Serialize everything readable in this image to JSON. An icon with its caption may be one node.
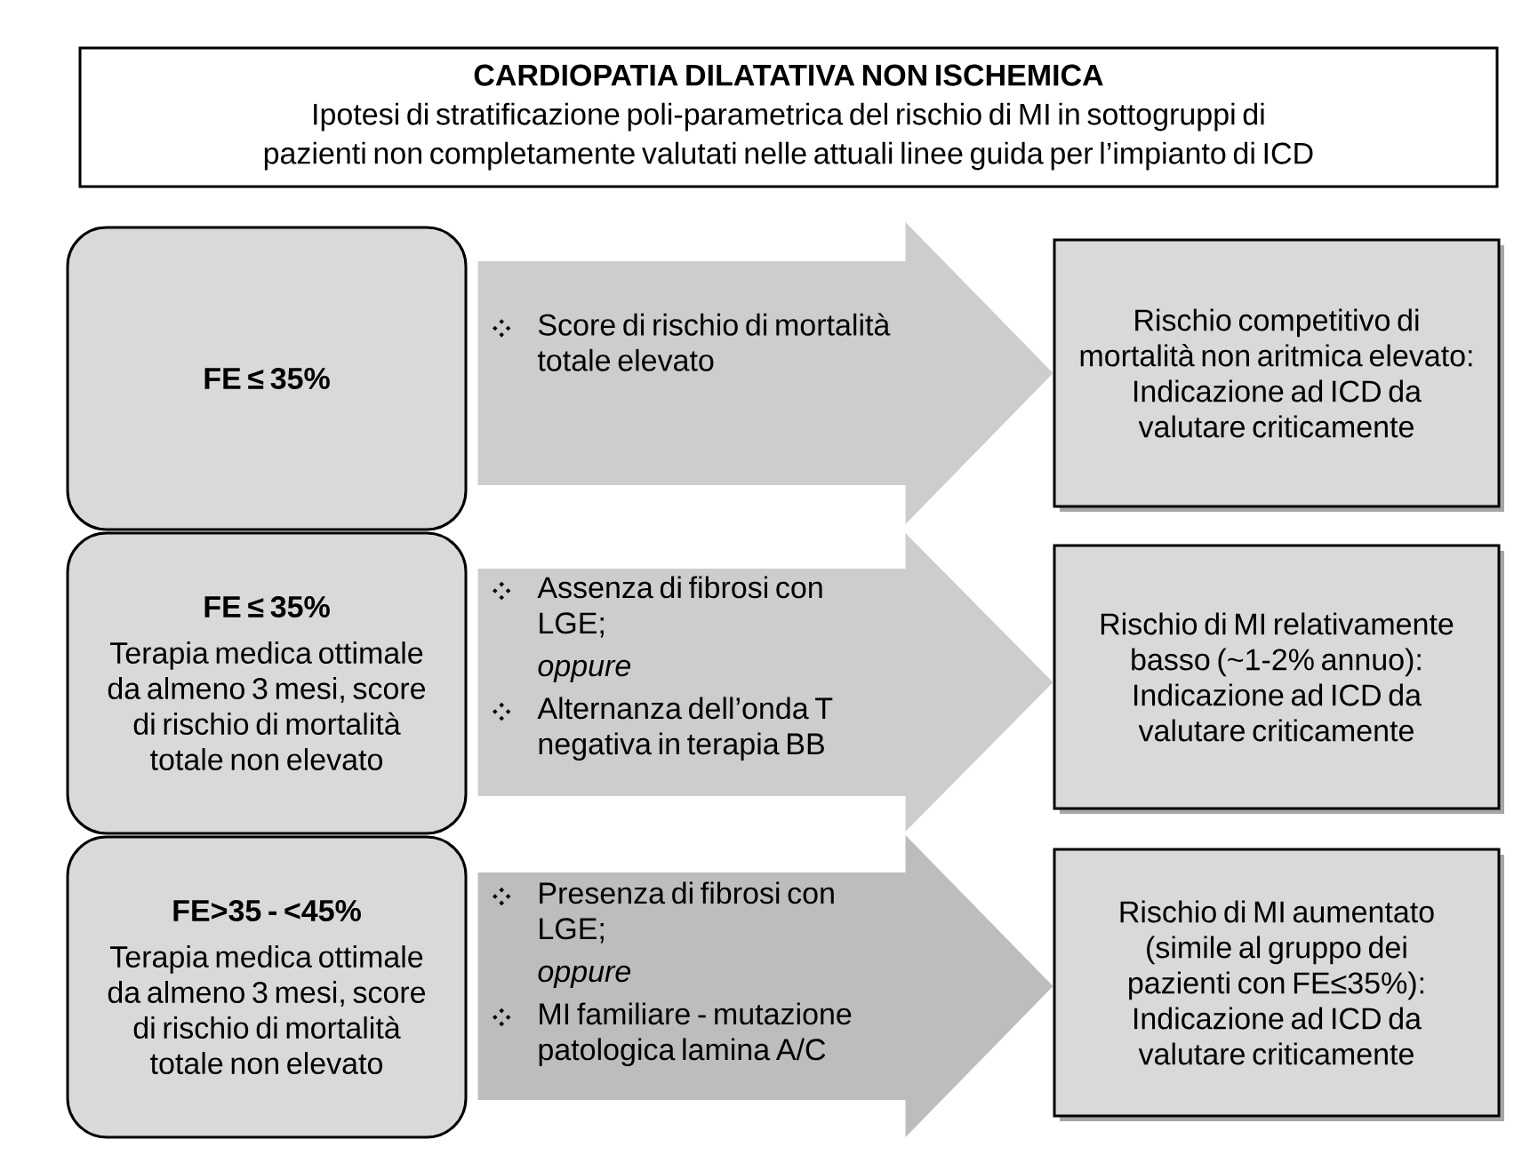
{
  "diagram": {
    "nodes": [
      {
        "text": [
          "CARDIOPATIA DILATATIVA NON ISCHEMICA",
          "Ipotesi di stratificazione poli-parametrica del rischio di MI in sottogruppi di pazienti non completamente valutati nelle attuali linee guida per l’impianto di ICD"
        ]
      },
      {
        "text": [
          "FE ≤ 35%"
        ]
      },
      {
        "text": [
          "Score di rischio di mortalità totale elevato"
        ]
      },
      {
        "text": [
          "Rischio competitivo di mortalità non aritmica elevato:",
          "Indicazione ad ICD da valutare criticamente"
        ]
      },
      {
        "text": [
          "FE ≤ 35%",
          "Terapia medica ottimale da almeno 3 mesi, score di rischio di mortalità totale non elevato"
        ]
      },
      {
        "text": [
          "Assenza di fibrosi con LGE;",
          "oppure",
          "Alternanza dell’onda T negativa in terapia BB"
        ]
      },
      {
        "text": [
          "Rischio di MI relativamente basso (~1-2% annuo):",
          "Indicazione ad ICD da valutare criticamente"
        ]
      },
      {
        "text": [
          "FE>35 - <45%",
          "Terapia medica ottimale da almeno 3 mesi, score di rischio di mortalità totale non elevato"
        ]
      },
      {
        "text": [
          "Presenza di fibrosi con LGE;",
          "oppure",
          "MI familiare - mutazione patologica lamina A/C"
        ]
      },
      {
        "text": [
          "Rischio di MI aumentato (simile al gruppo dei pazienti con FE≤35%):",
          "Indicazione ad ICD da valutare criticamente"
        ]
      }
    ],
    "edges": [
      {
        "from": 1,
        "to": 3,
        "arrow": "to"
      },
      {
        "from": 4,
        "to": 6,
        "arrow": "to"
      },
      {
        "from": 7,
        "to": 9,
        "arrow": "to",
        "color": "#bdbdbd"
      }
    ]
  }
}
